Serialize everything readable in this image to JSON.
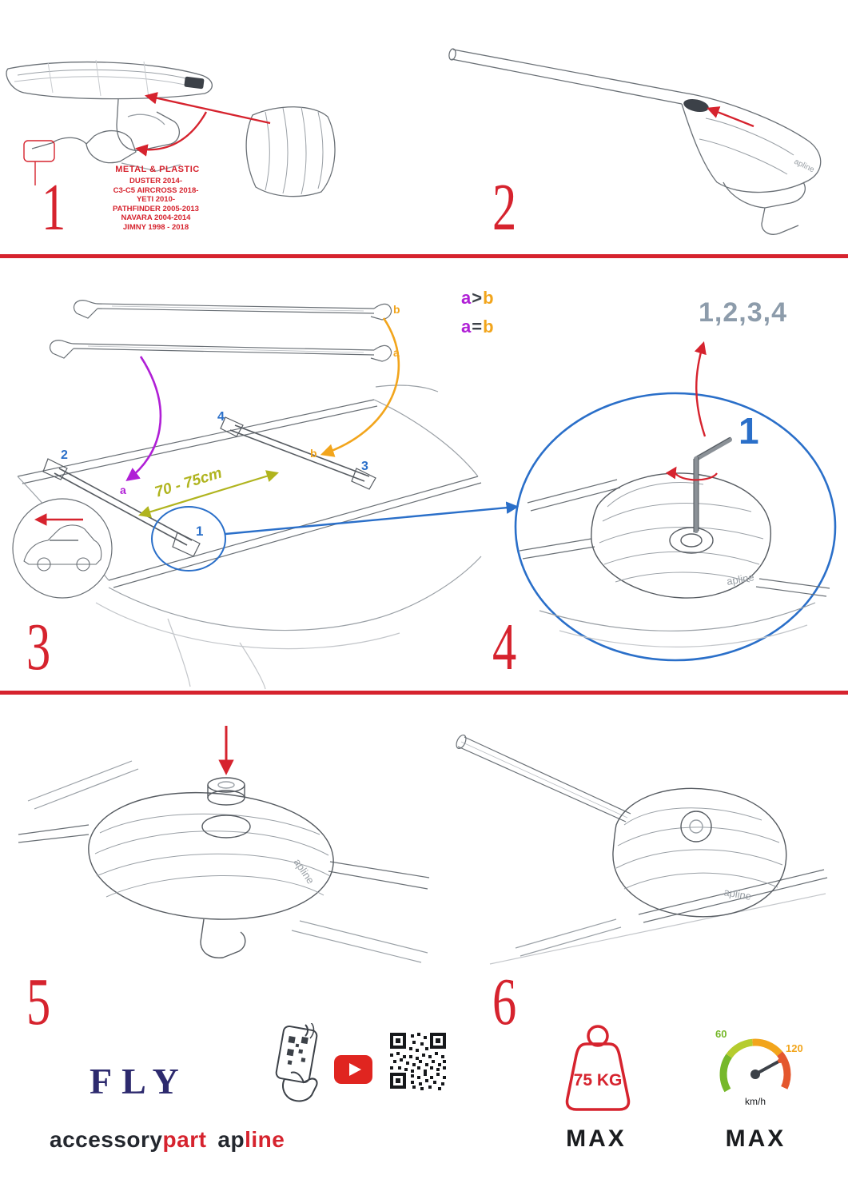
{
  "colors": {
    "red": "#d6232e",
    "blue": "#2a6fc9",
    "purple": "#b01fd6",
    "orange": "#f2a51c",
    "olive": "#b0b41e",
    "navy": "#2d2a6e",
    "sequence_gray": "#8d9cab"
  },
  "steps": {
    "s1": {
      "num": "1",
      "material_title": "METAL & PLASTIC",
      "models": [
        "DUSTER 2014-",
        "C3-C5 AIRCROSS 2018-",
        "YETI 2010-",
        "PATHFINDER 2005-2013",
        "NAVARA 2004-2014",
        "JIMNY 1998 - 2018"
      ]
    },
    "s2": {
      "num": "2"
    },
    "s3": {
      "num": "3",
      "bar_b": "b",
      "bar_a": "a",
      "rule1": {
        "a": "a",
        "op": ">",
        "b": "b"
      },
      "rule2": {
        "a": "a",
        "op": "=",
        "b": "b"
      },
      "distance": "70 - 75cm",
      "pos_1": "1",
      "pos_2": "2",
      "pos_3": "3",
      "pos_4": "4",
      "roof_a": "a",
      "roof_b": "b"
    },
    "s4": {
      "num": "4",
      "sequence": "1,2,3,4",
      "highlight": "1"
    },
    "s5": {
      "num": "5"
    },
    "s6": {
      "num": "6"
    }
  },
  "branding": {
    "foot_logo": "apline",
    "model": "FLY",
    "brand_dark": "accessory",
    "brand_red": "part",
    "brand2_dark": "ap",
    "brand2_red": "line"
  },
  "limits": {
    "weight": "75 KG",
    "weight_max": "MAX",
    "speed_low": "60",
    "speed_high": "120",
    "speed_unit": "km/h",
    "speed_max": "MAX"
  }
}
